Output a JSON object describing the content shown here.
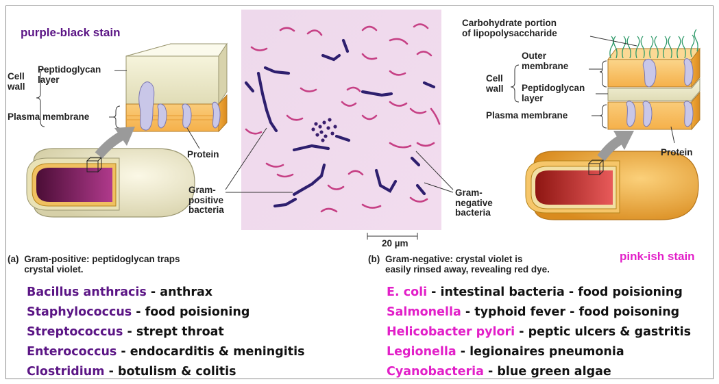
{
  "left": {
    "stain_label": "purple-black stain",
    "cell_wall_label": "Cell\nwall",
    "peptidoglycan_label": "Peptidoglycan\nlayer",
    "plasma_membrane_label": "Plasma membrane",
    "protein_label": "Protein",
    "caption_prefix": "(a)",
    "caption": "Gram-positive: peptidoglycan traps\ncrystal violet.",
    "stain_color": "#5b1585"
  },
  "center": {
    "gram_positive_label": "Gram-\npositive\nbacteria",
    "gram_negative_label": "Gram-\nnegative\nbacteria",
    "scale_label": "20 µm"
  },
  "right": {
    "stain_label": "pink-ish stain",
    "carbohydrate_label": "Carbohydrate portion\nof lipopolysaccharide",
    "cell_wall_label": "Cell\nwall",
    "outer_membrane_label": "Outer\nmembrane",
    "peptidoglycan_label": "Peptidoglycan\nlayer",
    "plasma_membrane_label": "Plasma membrane",
    "protein_label": "Protein",
    "caption_prefix": "(b)",
    "caption": "Gram-negative: crystal violet is\neasily rinsed away, revealing red dye.",
    "stain_color": "#e21fc8"
  },
  "gram_positive_examples": [
    {
      "name": "Bacillus anthracis",
      "disease": " - anthrax"
    },
    {
      "name": "Staphylococcus",
      "disease": " - food poisioning"
    },
    {
      "name": "Streptococcus",
      "disease": " - strept throat"
    },
    {
      "name": "Enterococcus",
      "disease": " - endocarditis & meningitis"
    },
    {
      "name": "Clostridium",
      "disease": " - botulism & colitis"
    }
  ],
  "gram_negative_examples": [
    {
      "name": "E. coli",
      "disease": " - intestinal bacteria - food poisioning"
    },
    {
      "name": "Salmonella",
      "disease": " - typhoid fever - food poisoning"
    },
    {
      "name": "Helicobacter pylori",
      "disease": " - peptic ulcers & gastritis"
    },
    {
      "name": "Legionella",
      "disease": " - legionaires pneumonia"
    },
    {
      "name": "Cyanobacteria",
      "disease": " - blue green algae"
    }
  ]
}
